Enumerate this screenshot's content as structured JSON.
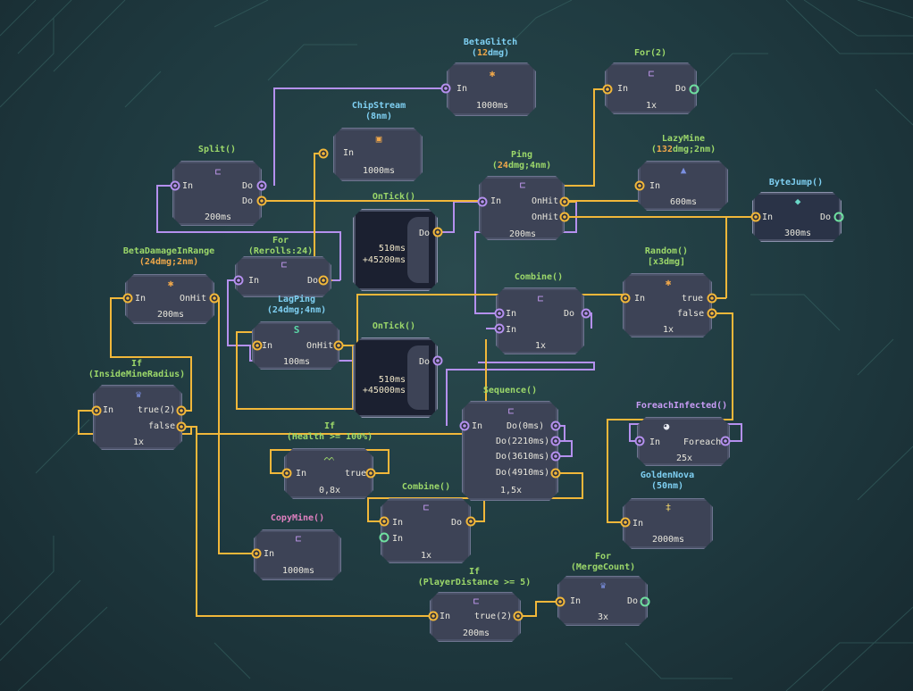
{
  "colors": {
    "yellow_wire": "#f1b73a",
    "purple_wire": "#b490ee",
    "node_bg": "#3d4356"
  },
  "nodes": {
    "betaglitch": {
      "title_a": "BetaGlitch",
      "title_b": "(",
      "title_c": "12",
      "title_d": "dmg)",
      "in": "In",
      "footer": "1000ms",
      "icon": "bug-icon"
    },
    "for2": {
      "title": "For(2)",
      "in": "In",
      "do": "Do",
      "footer": "1x",
      "icon": "branch-icon"
    },
    "chipstream": {
      "title_a": "ChipStream",
      "title_b": "(8nm)",
      "in": "In",
      "footer": "1000ms",
      "icon": "chip-icon"
    },
    "split": {
      "title": "Split()",
      "in": "In",
      "do1": "Do",
      "do2": "Do",
      "footer": "200ms",
      "icon": "split-icon"
    },
    "ping": {
      "title_a": "Ping",
      "title_b": "(",
      "title_c": "24",
      "title_d": "dmg;4nm)",
      "in": "In",
      "onhit1": "OnHit",
      "onhit2": "OnHit",
      "footer": "200ms",
      "icon": "branch-icon"
    },
    "lazymine": {
      "title_a": "LazyMine",
      "title_b": "(",
      "title_c": "132",
      "title_d": "dmg;2nm)",
      "in": "In",
      "footer": "600ms",
      "icon": "mine-icon"
    },
    "bytejump": {
      "title": "ByteJump()",
      "in": "In",
      "do": "Do",
      "footer": "300ms",
      "icon": "diamond-icon"
    },
    "ontick1": {
      "title": "OnTick()",
      "do": "Do",
      "time": "510ms",
      "total": "+45200ms"
    },
    "betadamageinrange": {
      "title_a": "BetaDamageInRange",
      "title_b": "(24dmg;2nm)",
      "in": "In",
      "onhit": "OnHit",
      "footer": "200ms",
      "icon": "bug-icon"
    },
    "forrerolls": {
      "title_a": "For",
      "title_b": "(Rerolls:24)",
      "in": "In",
      "do": "Do",
      "icon": "branch-icon"
    },
    "lagping": {
      "title_a": "LagPing",
      "title_b": "(24dmg;4nm)",
      "in": "In",
      "onhit": "OnHit",
      "footer": "100ms",
      "icon": "s-icon"
    },
    "combine1": {
      "title": "Combine()",
      "in1": "In",
      "in2": "In",
      "do": "Do",
      "footer": "1x",
      "icon": "branch-icon"
    },
    "random": {
      "title_a": "Random()",
      "title_b": "[x3dmg]",
      "in": "In",
      "true": "true",
      "false": "false",
      "footer": "1x",
      "icon": "bug-icon"
    },
    "ontick2": {
      "title": "OnTick()",
      "do": "Do",
      "time": "510ms",
      "total": "+45000ms"
    },
    "ifinside": {
      "title_a": "If",
      "title_b": "(InsideMineRadius)",
      "in": "In",
      "true": "true(2)",
      "false": "false",
      "footer": "1x",
      "icon": "crown-icon"
    },
    "sequence": {
      "title": "Sequence()",
      "in": "In",
      "d1": "Do(0ms)",
      "d2": "Do(2210ms)",
      "d3": "Do(3610ms)",
      "d4": "Do(4910ms)",
      "footer": "1,5x",
      "icon": "branch-icon"
    },
    "foreachinfected": {
      "title": "ForeachInfected()",
      "in": "In",
      "foreach": "Foreach",
      "footer": "25x",
      "icon": "pie-icon"
    },
    "ifhealth": {
      "title_a": "If",
      "title_b": "(Health >= 100%)",
      "in": "In",
      "true": "true",
      "footer": "0,8x",
      "icon": "grass-icon"
    },
    "goldennova": {
      "title_a": "GoldenNova",
      "title_b": "(50nm)",
      "in": "In",
      "footer": "2000ms",
      "icon": "nova-icon"
    },
    "combine2": {
      "title": "Combine()",
      "in1": "In",
      "in2": "In",
      "do": "Do",
      "footer": "1x",
      "icon": "branch-icon"
    },
    "copymine": {
      "title": "CopyMine()",
      "in": "In",
      "footer": "1000ms",
      "icon": "branch-icon"
    },
    "ifplayer": {
      "title_a": "If",
      "title_b": "(PlayerDistance >= 5)",
      "in": "In",
      "true": "true(2)",
      "footer": "200ms",
      "icon": "branch-icon"
    },
    "formerge": {
      "title_a": "For",
      "title_b": "(MergeCount)",
      "in": "In",
      "do": "Do",
      "footer": "3x",
      "icon": "crown-icon"
    }
  }
}
